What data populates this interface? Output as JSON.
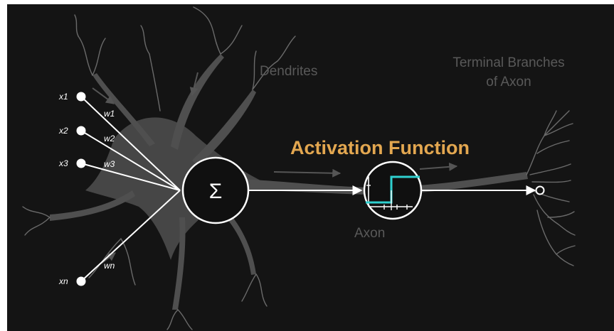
{
  "colors": {
    "background": "#141414",
    "neuron": "#5a5a5a",
    "branch": "#6a6a6a",
    "wire": "#ffffff",
    "label": "#595959",
    "activation_title": "#e3a750",
    "step_line": "#2fd0cf"
  },
  "labels": {
    "dendrites": "Dendrites",
    "terminal_line1": "Terminal Branches",
    "terminal_line2": "of Axon",
    "activation": "Activation Function",
    "axon": "Axon",
    "sum_symbol": "Σ"
  },
  "inputs": [
    {
      "name": "x1",
      "weight": "w1"
    },
    {
      "name": "x2",
      "weight": "w2"
    },
    {
      "name": "x3",
      "weight": "w3"
    },
    {
      "name": "xn",
      "weight": "wn"
    }
  ],
  "icons": {
    "output": "output-terminal-icon",
    "sum": "summation-node-icon",
    "activation": "step-function-icon"
  }
}
